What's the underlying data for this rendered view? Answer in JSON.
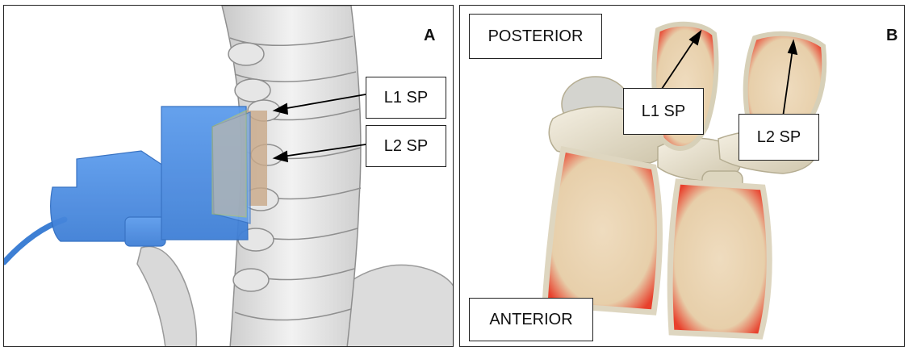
{
  "panels": {
    "a": {
      "letter": "A",
      "labels": {
        "l1": "L1 SP",
        "l2": "L2 SP"
      }
    },
    "b": {
      "letter": "B",
      "labels": {
        "posterior": "POSTERIOR",
        "anterior": "ANTERIOR",
        "l1": "L1 SP",
        "l2": "L2 SP"
      }
    }
  },
  "colors": {
    "device": "#4f8fe0",
    "bone": "#e9e9e9",
    "marrow": "#e7cfaa",
    "cortex_red": "#e8402c"
  }
}
